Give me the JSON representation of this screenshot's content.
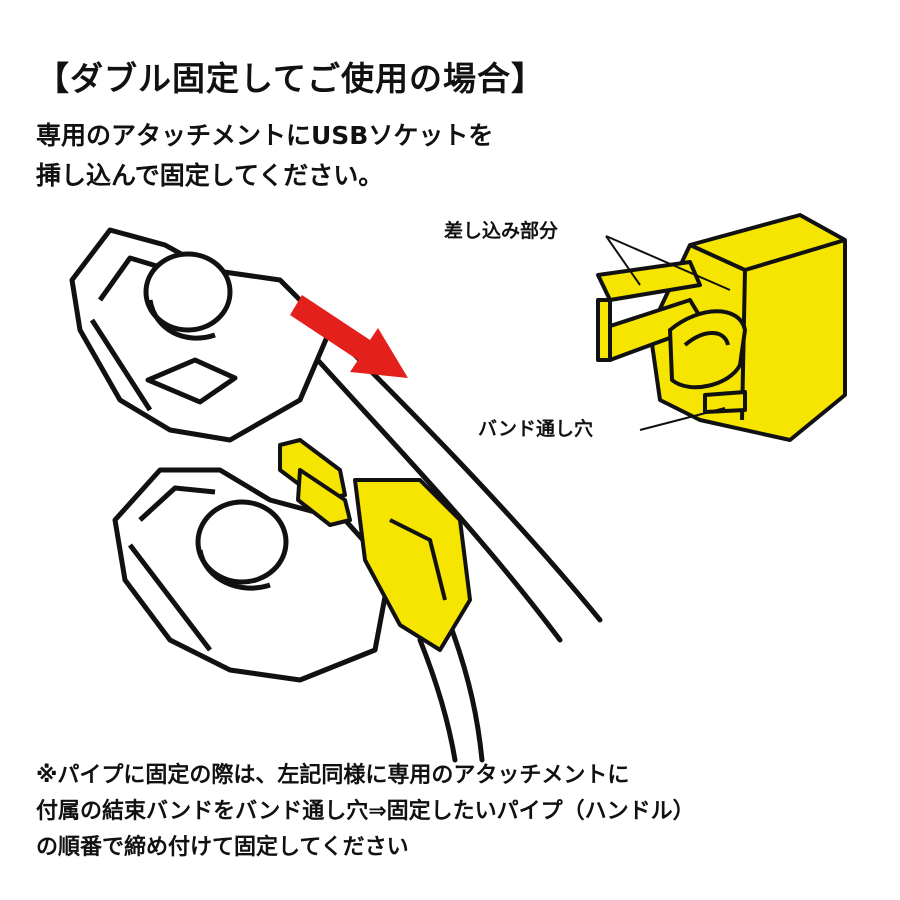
{
  "title": "【ダブル固定してご使用の場合】",
  "intro": {
    "line1": "専用のアタッチメントにUSBソケットを",
    "line2": "挿し込んで固定してください。"
  },
  "callouts": {
    "insertion_part": "差し込み部分",
    "band_hole": "バンド通し穴"
  },
  "note": {
    "line1": "※パイプに固定の際は、左記同様に専用のアタッチメントに",
    "line2": "付属の結束バンドをバンド通し穴⇒固定したいパイプ（ハンドル）",
    "line3": "の順番で締め付けて固定してください"
  },
  "colors": {
    "attachment_yellow": "#f5e500",
    "arrow_red": "#e3201b",
    "outline": "#111111"
  }
}
